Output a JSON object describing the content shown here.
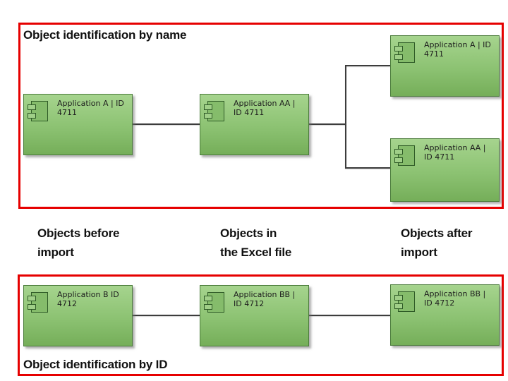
{
  "colors": {
    "frame_red": "#e60000",
    "node_border": "#4c7c3c",
    "node_top": "#a6d48e",
    "node_bottom": "#75ae59",
    "icon_fill": "#85bc6b",
    "port_fill": "#a0cf88",
    "connector": "#3c3c3c",
    "text_dark": "#1d1d1d"
  },
  "sections": {
    "by_name": {
      "title": "Object identification by name"
    },
    "by_id": {
      "title": "Object identification by ID"
    }
  },
  "column_labels": {
    "before": {
      "line1": "Objects before",
      "line2": "import"
    },
    "excel": {
      "line1": "Objects in",
      "line2": "the Excel file"
    },
    "after": {
      "line1": "Objects after",
      "line2": "import"
    }
  },
  "nodes": {
    "name_before": {
      "line1": "Application A | ID",
      "line2": "4711"
    },
    "name_excel": {
      "line1": "Application AA |",
      "line2": "ID 4711"
    },
    "name_after_1": {
      "line1": "Application A | ID",
      "line2": "4711"
    },
    "name_after_2": {
      "line1": "Application AA |",
      "line2": "ID 4711"
    },
    "id_before": {
      "line1": "Application B  ID",
      "line2": "4712"
    },
    "id_excel": {
      "line1": "Application BB |",
      "line2": "ID 4712"
    },
    "id_after": {
      "line1": "Application BB |",
      "line2": "ID 4712"
    }
  }
}
